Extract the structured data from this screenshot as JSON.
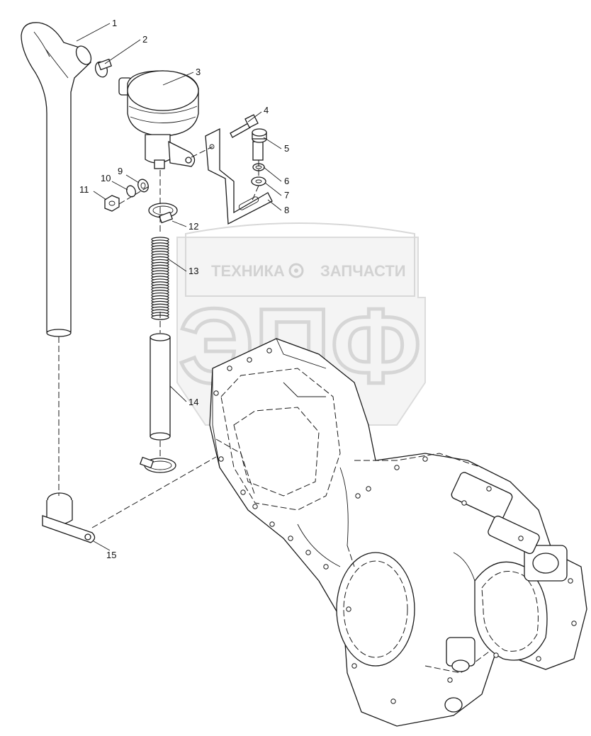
{
  "watermark": {
    "text_left": "ТЕХНИКА",
    "text_right": "ЗАПЧАСТИ",
    "logo_letters": "ЭПФ",
    "gear_icon": "gear-icon"
  },
  "callouts": [
    {
      "id": "c1",
      "label": "1"
    },
    {
      "id": "c2",
      "label": "2"
    },
    {
      "id": "c3",
      "label": "3"
    },
    {
      "id": "c4",
      "label": "4"
    },
    {
      "id": "c5",
      "label": "5"
    },
    {
      "id": "c6",
      "label": "6"
    },
    {
      "id": "c7",
      "label": "7"
    },
    {
      "id": "c8",
      "label": "8"
    },
    {
      "id": "c9",
      "label": "9"
    },
    {
      "id": "c10",
      "label": "10"
    },
    {
      "id": "c11",
      "label": "11"
    },
    {
      "id": "c12",
      "label": "12"
    },
    {
      "id": "c13",
      "label": "13"
    },
    {
      "id": "c14",
      "label": "14"
    },
    {
      "id": "c15",
      "label": "15"
    }
  ],
  "colors": {
    "line": "#1a1a1a",
    "watermark": "#d2d2d2",
    "background": "#ffffff"
  }
}
